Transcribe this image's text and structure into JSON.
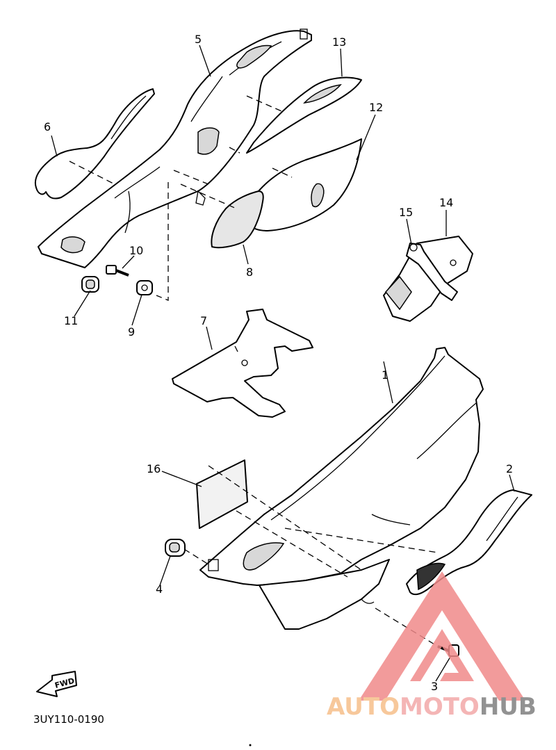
{
  "diagram": {
    "code": "3UY110-0190",
    "fwd_label": "FWD",
    "callouts": [
      {
        "id": "c1",
        "label": "1"
      },
      {
        "id": "c2",
        "label": "2"
      },
      {
        "id": "c3",
        "label": "3"
      },
      {
        "id": "c4",
        "label": "4"
      },
      {
        "id": "c5",
        "label": "5"
      },
      {
        "id": "c6",
        "label": "6"
      },
      {
        "id": "c7",
        "label": "7"
      },
      {
        "id": "c8",
        "label": "8"
      },
      {
        "id": "c9",
        "label": "9"
      },
      {
        "id": "c10",
        "label": "10"
      },
      {
        "id": "c11",
        "label": "11"
      },
      {
        "id": "c12",
        "label": "12"
      },
      {
        "id": "c13",
        "label": "13"
      },
      {
        "id": "c14",
        "label": "14"
      },
      {
        "id": "c15",
        "label": "15"
      },
      {
        "id": "c16",
        "label": "16"
      }
    ]
  },
  "watermark": {
    "part_auto": "AUTO",
    "part_moto": "MOTO",
    "part_hub": "HUB",
    "color_auto": "#f6bf8a",
    "color_moto": "#f3a9a9",
    "color_hub": "#808080",
    "logo_color": "#f08a8a"
  }
}
